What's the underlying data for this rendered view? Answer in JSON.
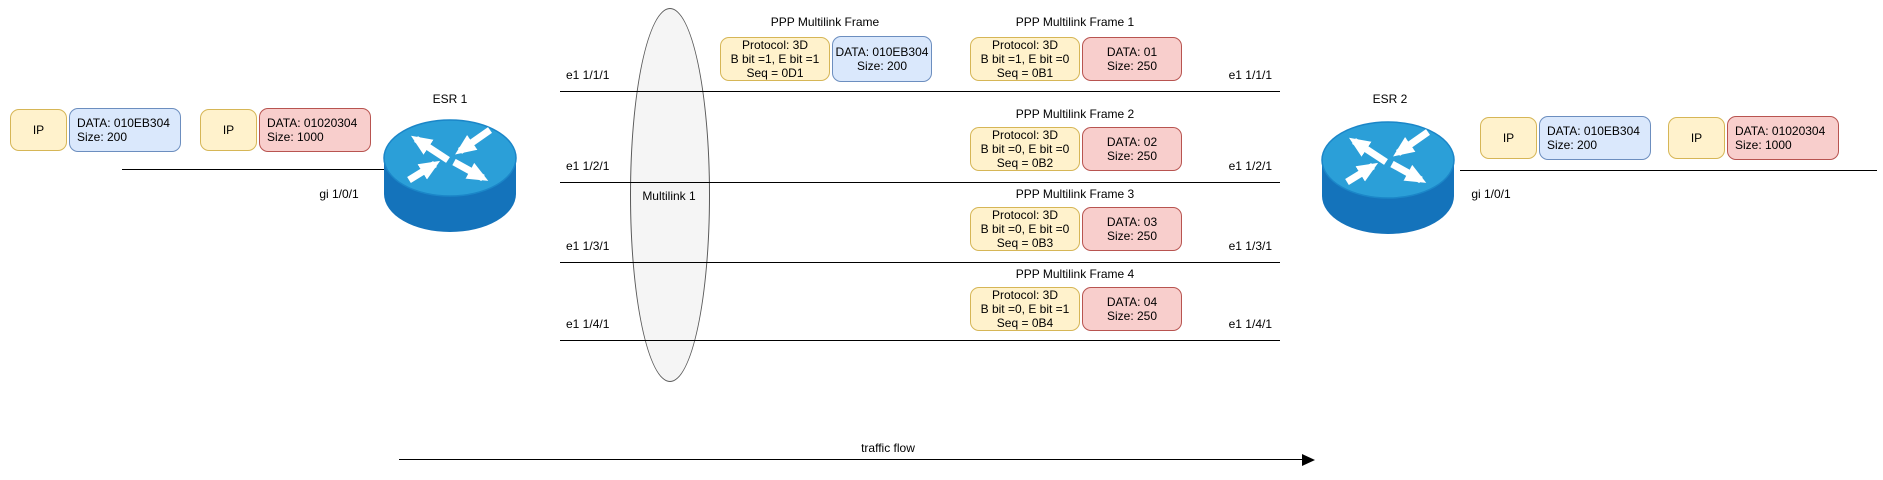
{
  "routers": {
    "left": {
      "name": "ESR 1",
      "interface_label": "gi 1/0/1"
    },
    "right": {
      "name": "ESR 2",
      "interface_label": "gi 1/0/1"
    }
  },
  "bundle": {
    "label": "Multilink 1"
  },
  "member_links": [
    {
      "left": "e1 1/1/1",
      "right": "e1 1/1/1"
    },
    {
      "left": "e1 1/2/1",
      "right": "e1 1/2/1"
    },
    {
      "left": "e1 1/3/1",
      "right": "e1 1/3/1"
    },
    {
      "left": "e1 1/4/1",
      "right": "e1 1/4/1"
    }
  ],
  "packets_left": [
    {
      "header": "IP",
      "data": "DATA: 010EB304",
      "size": "Size: 200"
    },
    {
      "header": "IP",
      "data": "DATA: 01020304",
      "size": "Size: 1000"
    }
  ],
  "packets_right": [
    {
      "header": "IP",
      "data": "DATA: 010EB304",
      "size": "Size: 200"
    },
    {
      "header": "IP",
      "data": "DATA: 01020304",
      "size": "Size: 1000"
    }
  ],
  "frames": [
    {
      "title": "PPP Multilink Frame",
      "protocol": "Protocol: 3D",
      "bits": "B bit =1, E bit =1",
      "seq": "Seq = 0D1",
      "data": "DATA: 010EB304",
      "size": "Size: 200"
    },
    {
      "title": "PPP Multilink Frame 1",
      "protocol": "Protocol: 3D",
      "bits": "B bit =1, E bit =0",
      "seq": "Seq = 0B1",
      "data": "DATA: 01",
      "size": "Size: 250"
    },
    {
      "title": "PPP Multilink Frame 2",
      "protocol": "Protocol: 3D",
      "bits": "B bit =0, E bit =0",
      "seq": "Seq = 0B2",
      "data": "DATA: 02",
      "size": "Size: 250"
    },
    {
      "title": "PPP Multilink Frame 3",
      "protocol": "Protocol: 3D",
      "bits": "B bit =0, E bit =0",
      "seq": "Seq = 0B3",
      "data": "DATA: 03",
      "size": "Size: 250"
    },
    {
      "title": "PPP Multilink Frame 4",
      "protocol": "Protocol: 3D",
      "bits": "B bit =0, E bit =1",
      "seq": "Seq = 0B4",
      "data": "DATA: 04",
      "size": "Size: 250"
    }
  ],
  "traffic_flow_label": "traffic flow",
  "colors": {
    "packet_header_fill": "#FFF2CC",
    "packet_header_stroke": "#D6B656",
    "small_data_fill": "#DAE8FC",
    "small_data_stroke": "#6C8EBF",
    "large_data_fill": "#F8CECC",
    "large_data_stroke": "#B85450",
    "bundle_fill": "#F5F5F5",
    "bundle_stroke": "#595959",
    "router_top": "#2B9FD8",
    "router_body": "#1473BB",
    "line": "#000000"
  }
}
